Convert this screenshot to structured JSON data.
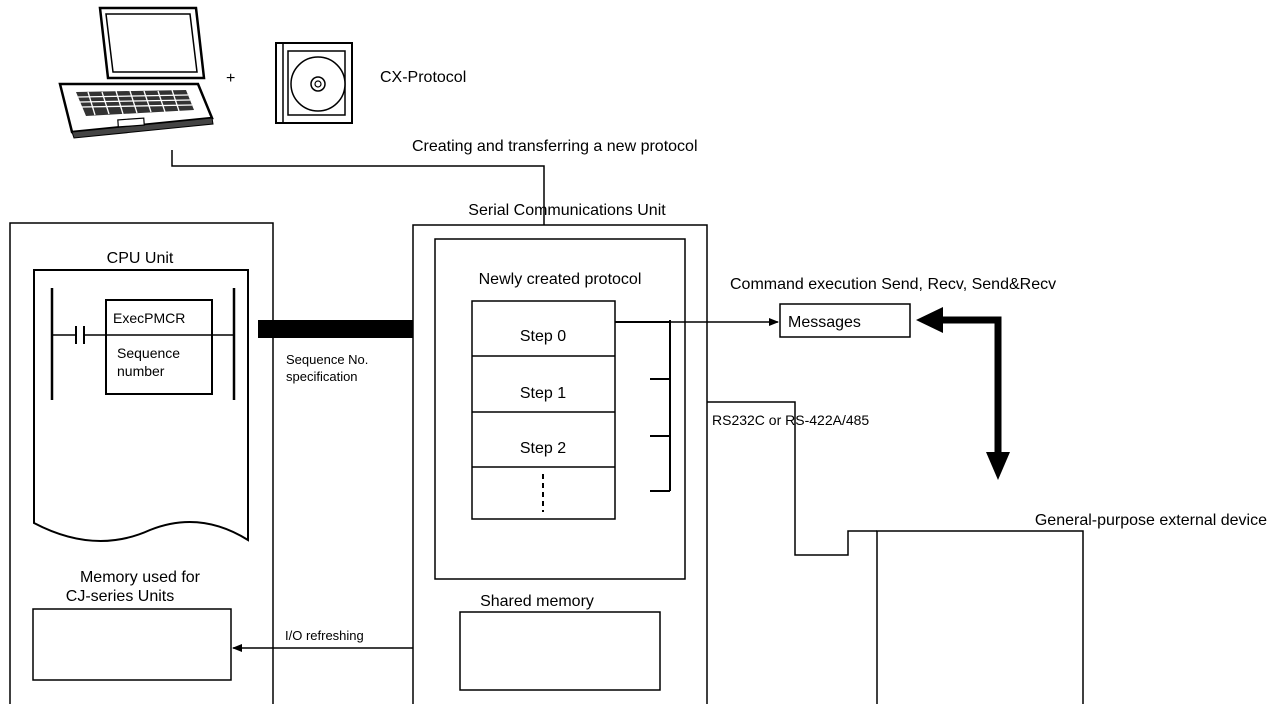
{
  "top": {
    "plus": "+",
    "software_label": "CX-Protocol",
    "transfer_label": "Creating and transferring a new protocol"
  },
  "cpu": {
    "title": "CPU Unit",
    "instruction": "ExecPMCR",
    "operand_line1": "Sequence",
    "operand_line2": "number",
    "memory_line1": "Memory used for",
    "memory_line2": "CJ-series Units"
  },
  "connections": {
    "sequence_line1": "Sequence No.",
    "sequence_line2": "specification",
    "io_refresh": "I/O refreshing",
    "serial_port": "RS232C or RS-422A/485"
  },
  "scu": {
    "title": "Serial Communications Unit",
    "protocol_title": "Newly created protocol",
    "steps": [
      "Step 0",
      "Step 1",
      "Step 2"
    ],
    "shared_memory": "Shared memory"
  },
  "messages": {
    "command_label": "Command execution Send, Recv, Send&Recv",
    "box_label": "Messages"
  },
  "device": {
    "label": "General-purpose external device"
  }
}
